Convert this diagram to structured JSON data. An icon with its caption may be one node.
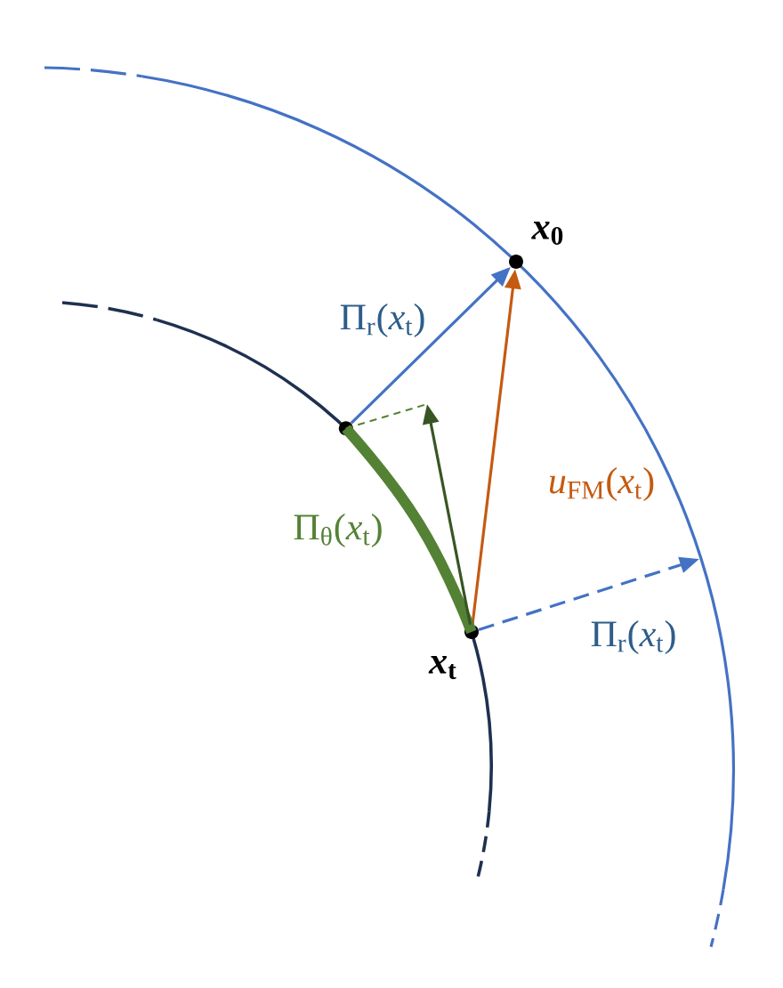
{
  "diagram": {
    "nodes": [
      {
        "text": [],
        "shape": "circle",
        "beside": [
          "*x*$_{t}$"
        ]
      },
      {
        "text": [],
        "shape": "circle",
        "beside": [
          "*x*$_{0}$"
        ]
      },
      {
        "text": [],
        "shape": "circle"
      }
    ],
    "edges": [
      {
        "from": 0,
        "to": 1,
        "arrow": "to",
        "color": "#c55a11",
        "label": "*u*$_{FM}$(*x*$_{t}$)"
      },
      {
        "from": 2,
        "to": 1,
        "arrow": "to",
        "color": "#4472c4",
        "label": "Π$_{r}$(*x*$_{t}$)"
      },
      {
        "from": 0,
        "to": 2,
        "arrow": "none",
        "style": "thick",
        "color": "#548235",
        "label": "Π$_{θ}$(*x*$_{t}$)"
      },
      {
        "from": 0,
        "to": null,
        "arrow": "to",
        "color": "#375623"
      },
      {
        "from": 0,
        "to": null,
        "arrow": "to",
        "style": "dashed",
        "color": "#4472c4",
        "label": "Π$_{r}$(*x*$_{t}$)"
      }
    ]
  }
}
